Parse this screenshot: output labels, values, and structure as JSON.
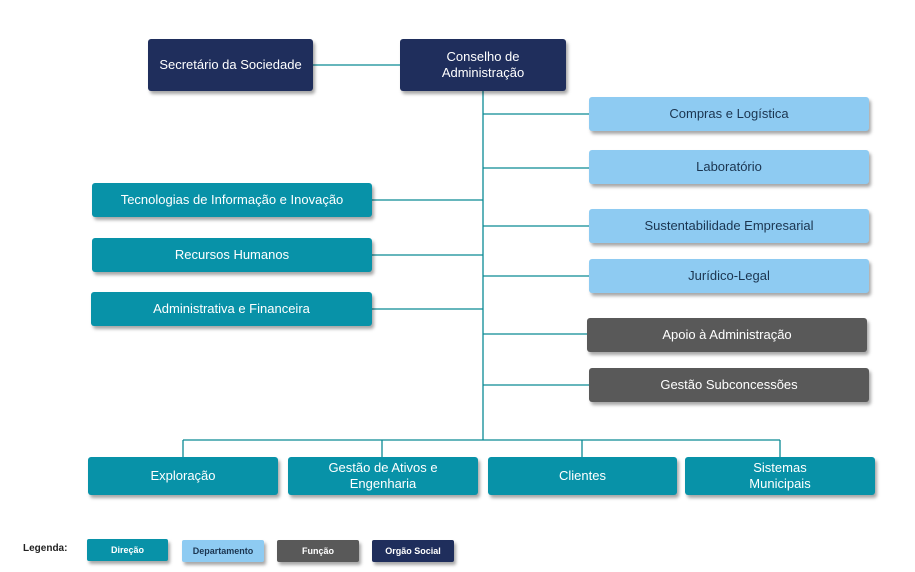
{
  "colors": {
    "orgao_social": "#1f2e5c",
    "direcao": "#0892a8",
    "departamento": "#8ecbf2",
    "funcao": "#595959",
    "connector": "#0a8a95"
  },
  "org": {
    "conselho": "Conselho de\nAdministração",
    "secretario": "Secretário da Sociedade",
    "right_units": [
      "Compras e Logística",
      "Laboratório",
      "Sustentabilidade Empresarial",
      "Jurídico-Legal",
      "Apoio à Administração",
      "Gestão Subconcessões"
    ],
    "left_units": [
      "Tecnologias de Informação e Inovação",
      "Recursos Humanos",
      "Administrativa e Financeira"
    ],
    "bottom_units": [
      "Exploração",
      "Gestão de Ativos e\nEngenharia",
      "Clientes",
      "Sistemas\nMunicipais"
    ]
  },
  "legend": {
    "label": "Legenda:",
    "direcao": "Direção",
    "departamento": "Departamento",
    "funcao": "Função",
    "orgao_social": "Orgão Social"
  }
}
